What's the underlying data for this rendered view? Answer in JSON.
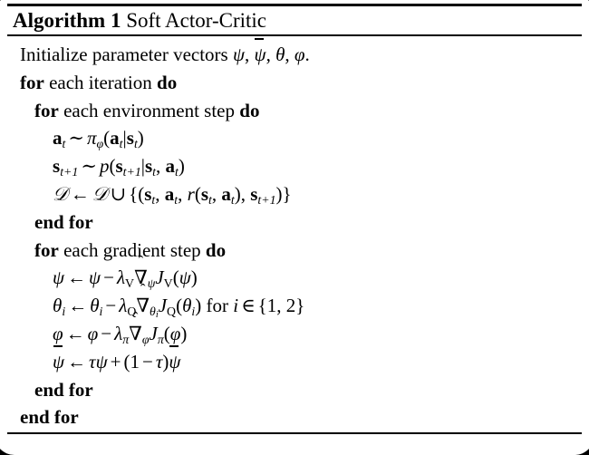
{
  "document": {
    "kind": "algorithm-float",
    "background_color": "#ffffff",
    "text_color": "#000000"
  },
  "header": {
    "keyword": "Algorithm 1",
    "name": "Soft Actor-Critic",
    "full_title": "Algorithm 1 Soft Actor-Critic"
  },
  "rules": {
    "top": "thick",
    "mid": "thin",
    "bottom": "thin"
  },
  "lines": [
    {
      "id": "l1",
      "indent": 0,
      "plain": "Initialize parameter vectors ψ, ψ̄, θ, φ.",
      "keywords": [],
      "text_before": "Initialize parameter vectors",
      "math": "ψ, ψ̄, θ, φ."
    },
    {
      "id": "l2",
      "indent": 0,
      "plain": "for each iteration do",
      "kw_start": "for",
      "text_mid": "each iteration",
      "kw_end": "do"
    },
    {
      "id": "l3",
      "indent": 1,
      "plain": "for each environment step do",
      "kw_start": "for",
      "text_mid": "each environment step",
      "kw_end": "do"
    },
    {
      "id": "l4",
      "indent": 2,
      "plain": "a_t ∼ π_φ(a_t|s_t)",
      "type": "math"
    },
    {
      "id": "l5",
      "indent": 2,
      "plain": "s_{t+1} ∼ p(s_{t+1}|s_t, a_t)",
      "type": "math"
    },
    {
      "id": "l6",
      "indent": 2,
      "plain": "D ← D ∪ {(s_t, a_t, r(s_t, a_t), s_{t+1})}",
      "type": "math"
    },
    {
      "id": "l7",
      "indent": 1,
      "plain": "end for",
      "kw_full": "end for"
    },
    {
      "id": "l8",
      "indent": 1,
      "plain": "for each gradient step do",
      "kw_start": "for",
      "text_mid": "each gradient step",
      "kw_end": "do"
    },
    {
      "id": "l9",
      "indent": 2,
      "plain": "ψ ← ψ − λ_V ∇̂_ψ J_V(ψ)",
      "type": "math"
    },
    {
      "id": "l10",
      "indent": 2,
      "plain": "θ_i ← θ_i − λ_Q ∇̂_{θ_i} J_Q(θ_i) for i ∈ {1, 2}",
      "type": "math",
      "trailing_text": "for",
      "set_values": "{1, 2}"
    },
    {
      "id": "l11",
      "indent": 2,
      "plain": "φ ← φ − λ_π ∇̂_φ J_π(φ)",
      "type": "math"
    },
    {
      "id": "l12",
      "indent": 2,
      "plain": "ψ̄ ← τψ + (1 − τ)ψ̄",
      "type": "math"
    },
    {
      "id": "l13",
      "indent": 1,
      "plain": "end for",
      "kw_full": "end for"
    },
    {
      "id": "l14",
      "indent": 0,
      "plain": "end for",
      "kw_full": "end for"
    }
  ],
  "tokens": {
    "initialize_text": "Initialize parameter vectors",
    "psi": "ψ",
    "theta": "θ",
    "phi": "φ",
    "pi": "π",
    "lambda": "λ",
    "tau": "τ",
    "nabla": "∇",
    "hat": "ˆ",
    "sim": "∼",
    "gets": "←",
    "cup": "∪",
    "in": "∈",
    "minus": "−",
    "plus": "+",
    "comma": ",",
    "period": ".",
    "for": "for",
    "do": "do",
    "end_for": "end for",
    "each_iteration": "each iteration",
    "each_environment_step": "each environment step",
    "each_gradient_step": "each gradient step",
    "D_script": "𝒟",
    "a": "a",
    "s": "s",
    "p": "p",
    "r": "r",
    "J": "J",
    "V": "V",
    "Q": "Q",
    "i": "i",
    "t": "t",
    "t_plus_1": "t+1",
    "one": "1",
    "two": "2",
    "set_12": "{1, 2}"
  }
}
